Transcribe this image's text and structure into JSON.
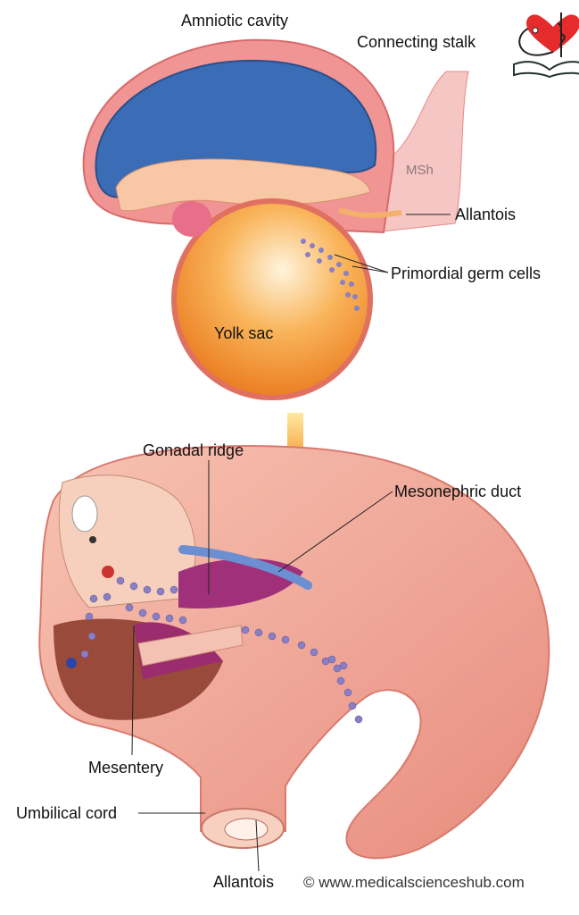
{
  "labels": {
    "amniotic_cavity": "Amniotic cavity",
    "connecting_stalk": "Connecting stalk",
    "msh": "MSh",
    "allantois_top": "Allantois",
    "primordial_germ_cells": "Primordial germ cells",
    "yolk_sac": "Yolk sac",
    "gonadal_ridge": "Gonadal ridge",
    "mesonephric_duct": "Mesonephric duct",
    "mesentery": "Mesentery",
    "umbilical_cord": "Umbilical cord",
    "allantois_bottom": "Allantois"
  },
  "watermark": "© www.medicalscienceshub.com",
  "logo": {
    "name": "medical-sciences-hub-logo"
  },
  "colors": {
    "amnion": "#3a6db5",
    "yolk": "#f08a1c",
    "tissue": "#f2a19a",
    "germ_cells": "#8b7fc4",
    "arrow": "#f39a1e"
  }
}
